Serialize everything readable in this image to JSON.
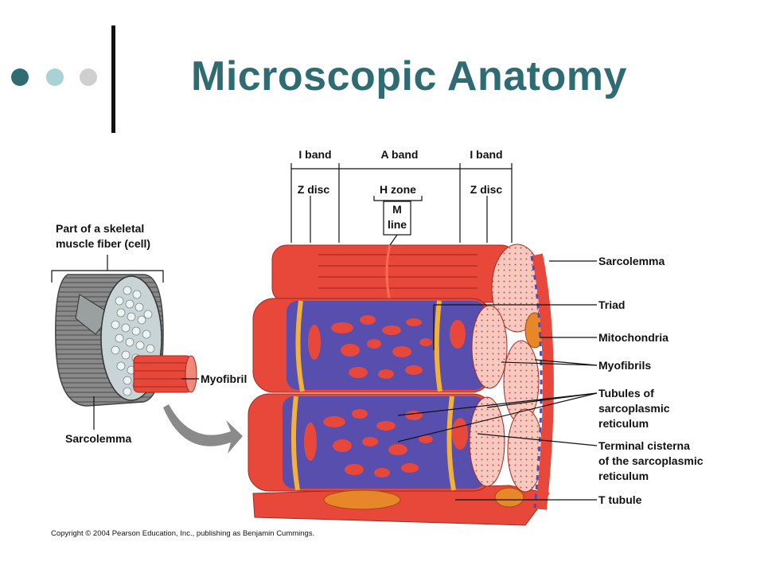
{
  "slide": {
    "title": "Microscopic Anatomy",
    "colors": {
      "title": "#2f6b73",
      "dot1": "#2f6b73",
      "dot2": "#a8d2d4",
      "dot3": "#cfcfcf"
    }
  },
  "figure": {
    "top_labels": {
      "i_band_left": "I band",
      "a_band": "A band",
      "i_band_right": "I band",
      "z_disc_left": "Z disc",
      "h_zone": "H zone",
      "m": "M",
      "line": "line"
    },
    "left_labels": {
      "part_line1": "Part of a skeletal",
      "part_line2": "muscle fiber (cell)",
      "myofibril": "Myofibril",
      "sarcolemma": "Sarcolemma"
    },
    "right_labels": {
      "sarcolemma": "Sarcolemma",
      "triad": "Triad",
      "mitochondria": "Mitochondria",
      "myofibrils": "Myofibrils",
      "tubules_l1": "Tubules of",
      "tubules_l2": "sarcoplasmic",
      "tubules_l3": "reticulum",
      "terminal_l1": "Terminal cisterna",
      "terminal_l2": "of the sarcoplasmic",
      "terminal_l3": "reticulum",
      "t_tubule": "T tubule"
    },
    "z_disc_right": "Z disc",
    "copyright": "Copyright © 2004 Pearson Education, Inc., publishing as Benjamin Cummings.",
    "colors": {
      "muscle": "#e8483a",
      "muscle_light": "#f08a78",
      "sr": "#4a4fb8",
      "ttubule": "#f2b23a",
      "pink": "#f7c9c0"
    }
  }
}
